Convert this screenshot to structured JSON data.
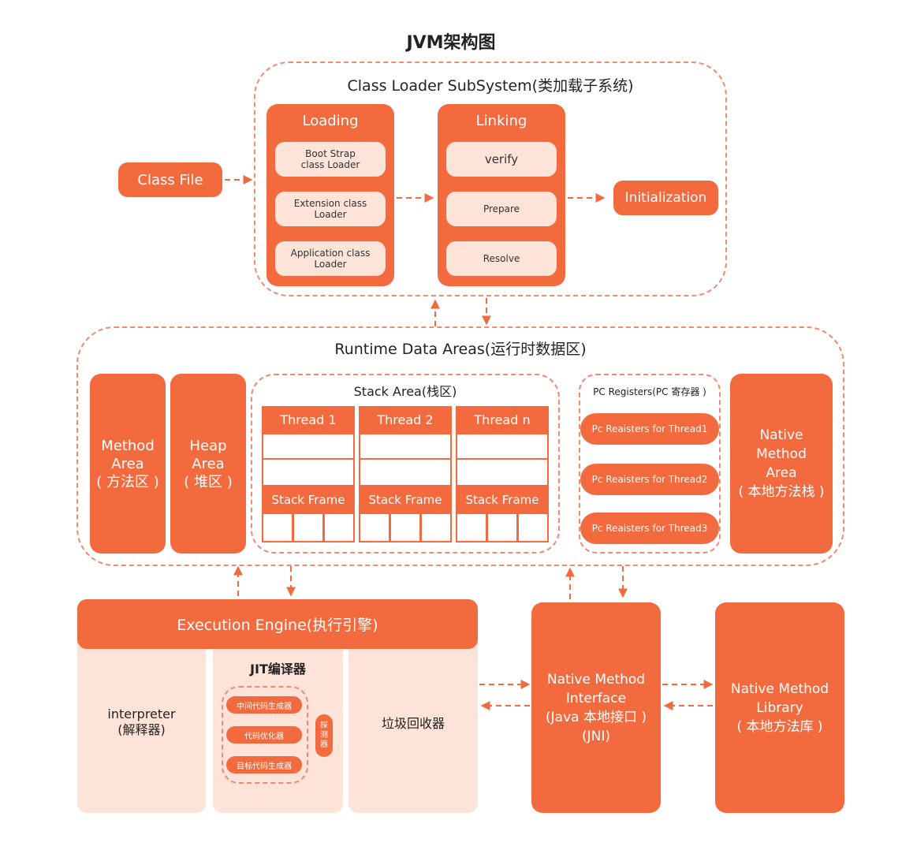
{
  "title": "JVM架构图",
  "class_file": "Class File",
  "class_loader": {
    "title": "Class Loader SubSystem(类加载子系统)",
    "loading": {
      "title": "Loading",
      "items": [
        "Boot Strap\nclass Loader",
        "Extension class\nLoader",
        "Application class\nLoader"
      ]
    },
    "linking": {
      "title": "Linking",
      "items": [
        "verify",
        "Prepare",
        "Resolve"
      ]
    },
    "initialization": "Initialization"
  },
  "runtime": {
    "title": "Runtime Data Areas(运行时数据区)",
    "method_area": "Method\nArea\n( 方法区 )",
    "heap_area": "Heap\nArea\n( 堆区 )",
    "stack_area": {
      "title": "Stack Area(栈区)",
      "threads": [
        {
          "name": "Thread 1",
          "frame": "Stack Frame"
        },
        {
          "name": "Thread 2",
          "frame": "Stack Frame"
        },
        {
          "name": "Thread n",
          "frame": "Stack Frame"
        }
      ]
    },
    "pc_registers": {
      "title": "PC Registers(PC 寄存器 )",
      "items": [
        "Pc Reaisters for Thread1",
        "Pc Reaisters for Thread2",
        "Pc Reaisters for Thread3"
      ]
    },
    "native_method_area": "Native\nMethod\nArea\n( 本地方法栈 )"
  },
  "execution_engine": {
    "title": "Execution Engine(执行引擎)",
    "interpreter": "interpreter\n(解释器)",
    "jit": {
      "title": "JIT编译器",
      "steps": [
        "中间代码生成器",
        "代码优化器",
        "目标代码生成器"
      ],
      "probe": "探\n测\n器"
    },
    "gc": "垃圾回收器"
  },
  "native_interface": "Native Method\nInterface\n(Java 本地接口 )\n(JNI)",
  "native_library": "Native Method\nLibrary\n( 本地方法库 )",
  "colors": {
    "accent": "#f26a3d",
    "light": "#fde3d8",
    "dash": "#f08a70"
  }
}
